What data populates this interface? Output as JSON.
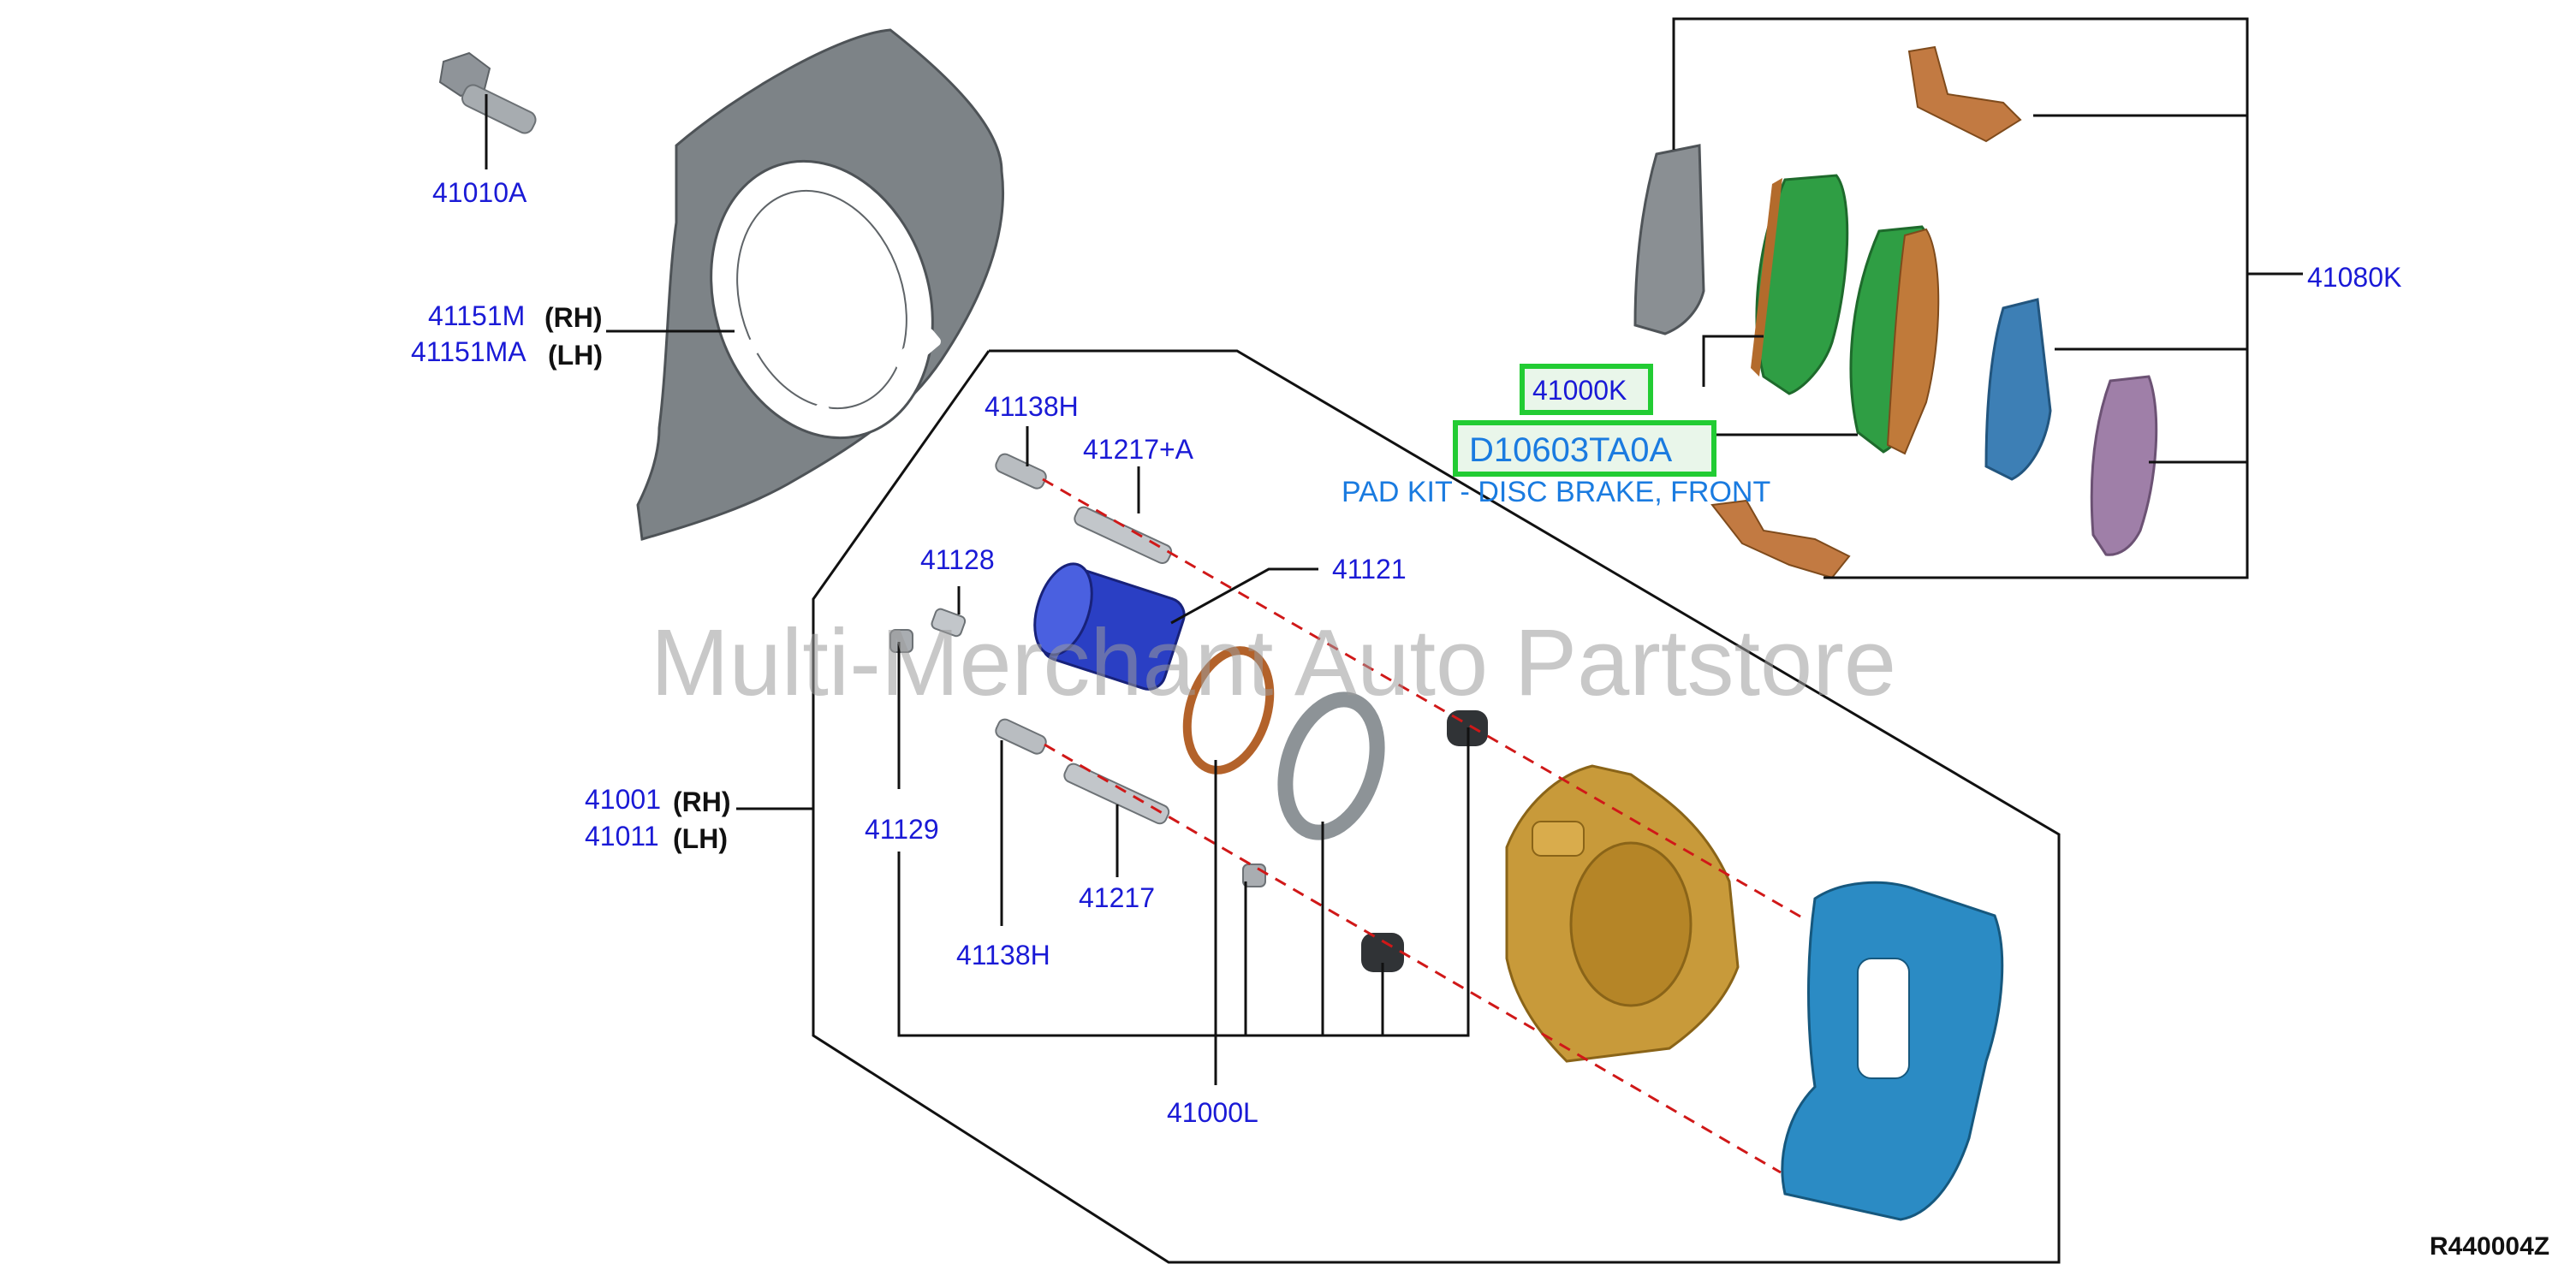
{
  "callouts": {
    "c41010A": "41010A",
    "c41151M": "41151M",
    "c41151MA": "41151MA",
    "c41138H_top": "41138H",
    "c41217A": "41217+A",
    "c41128": "41128",
    "c41121": "41121",
    "c41001": "41001",
    "c41011": "41011",
    "c41129": "41129",
    "c41138H_bottom": "41138H",
    "c41217": "41217",
    "c41000L": "41000L",
    "c41000K": "41000K",
    "c41080K": "41080K"
  },
  "sides": {
    "rh": "(RH)",
    "lh": "(LH)"
  },
  "highlight": {
    "part_number": "D10603TA0A",
    "description": "PAD KIT - DISC BRAKE, FRONT"
  },
  "watermark": "Multi-Merchant Auto Partstore",
  "diagram_ref": "R440004Z",
  "colors": {
    "callout": "#1a1ad6",
    "highlight_border": "#22cc33",
    "description": "#1a7be0",
    "leader_dashed": "#d01818"
  }
}
